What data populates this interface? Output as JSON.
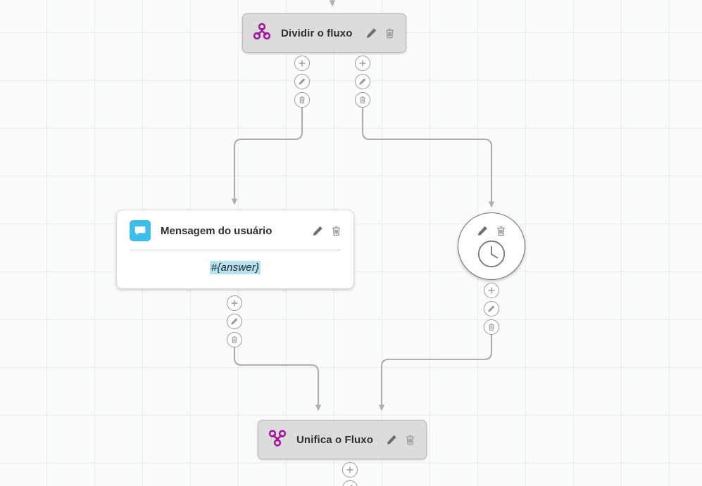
{
  "canvas": {
    "background_color": "#fafbfb",
    "grid_color": "#e8ecf3"
  },
  "palette": {
    "purple": "#a0179e",
    "cyan": "#3fbeea",
    "token_highlight": "#b7e2f0",
    "node_grey": "#dcdcdc",
    "edge_stroke": "#a9a9a9",
    "icon_grey": "#6f6f6f"
  },
  "nodes": {
    "split": {
      "id": "dividir-o-fluxo",
      "title": "Dividir o fluxo",
      "icon": "split-flow-icon",
      "edit_label": "Editar",
      "delete_label": "Excluir"
    },
    "user_message": {
      "id": "mensagem-do-usuario",
      "title": "Mensagem do usuário",
      "icon": "chat-bubble-icon",
      "body_token": "#{answer}",
      "edit_label": "Editar",
      "delete_label": "Excluir"
    },
    "timer": {
      "id": "timer",
      "icon": "clock-icon",
      "edit_label": "Editar",
      "delete_label": "Excluir"
    },
    "merge": {
      "id": "unifica-o-fluxo",
      "title": "Unifica o Fluxo",
      "icon": "merge-flow-icon",
      "edit_label": "Editar",
      "delete_label": "Excluir"
    }
  },
  "ports": {
    "add_label": "+",
    "edit_label": "Editar",
    "delete_label": "Excluir"
  }
}
